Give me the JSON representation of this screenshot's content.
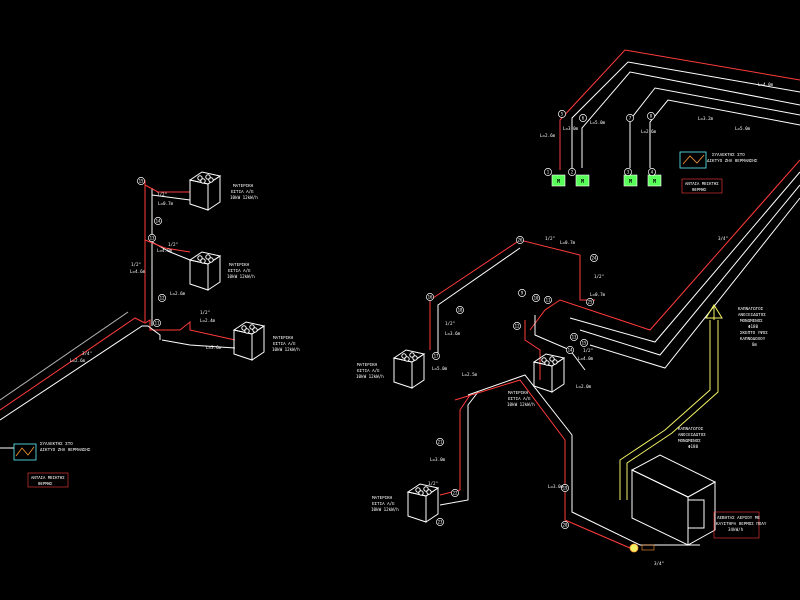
{
  "colors": {
    "background": "#000000",
    "pipe_red": "#ff3b3b",
    "pipe_white": "#ffffff",
    "pipe_yellow": "#f2f266",
    "text_cyan": "#5ff5ff",
    "green": "#58ff58",
    "magenta": "#ff4dff",
    "orange": "#ff9933"
  },
  "drawing": {
    "right_cluster": {
      "tank_left": [
        "ΜΑΤΕΡΙΚΗ",
        "ΕΣΤΙΑ Α/Ε",
        "10kW 12kW/h"
      ],
      "tank_mid": [
        "ΜΑΤΕΡΙΚΗ",
        "ΕΣΤΙΑ Α/Ε",
        "10kW 12kW/h"
      ],
      "tank_bottom": [
        "ΜΑΤΕΡΙΚΗ",
        "ΕΣΤΙΑ Α/Ε",
        "10kW 12kW/h"
      ],
      "system_label": [
        "ΣΥΛΛΕΚΤΗΣ ΣΤΟ",
        "ΔΙΚΤΥΟ ΖΗΛ ΘΕΡΜΑΝΣΗΣ"
      ],
      "control_label": [
        "ΑΝΤΛΙΑ ΜΕΙΚΤΗΣ",
        "ΘΕΡΜΗΣ"
      ],
      "riser_label": [
        "ΚΑΠΝΑΓΩΓΟΣ",
        "ΑΝΟΞΕΙΔΩΤΟΣ",
        "ΜΟΝΩΜΕΝΟΣ",
        "Φ180",
        "ΣΚΕΠΤΟ ΥΨΟΣ",
        "ΚΑΠΝΟΔΟΧΟΥ",
        "8m"
      ],
      "flue_label": [
        "ΚΑΠΝΑΓΩΓΟΣ",
        "ΑΝΟΞΕΙΔΩΤΟΣ",
        "ΜΟΝΩΜΕΝΟΣ",
        "Φ180"
      ],
      "boiler_label": [
        "ΛΕΒΗΤΑΣ ΑΕΡΙΟΥ ΜΕ",
        "ΚΑΥΣΤΗΡΑ ΘΕΡΜΟΣ ΠΟΛΥ",
        "34kW/h"
      ],
      "m_labels": [
        "M",
        "M",
        "M",
        "M"
      ],
      "pipe_sizes": [
        "1/2\"",
        "1/2\"",
        "1/2\"",
        "3/4\"",
        "1/2\"",
        "1/2\"",
        "3/4\""
      ],
      "lengths": [
        "L=4.0m",
        "L=3.2m",
        "L=5.0m",
        "L=5.0m",
        "L=3.0m",
        "L=2.6m",
        "L=2.6m",
        "L=0.7m",
        "L=0.7m",
        "L=3.6m",
        "L=5.0m",
        "L=2.5m",
        "L=2.0m",
        "L=3.0m",
        "L=3.0m",
        "L=4.0m"
      ],
      "node_numbers": [
        "1",
        "2",
        "3",
        "4",
        "5",
        "6",
        "7",
        "8",
        "9",
        "10",
        "11",
        "12",
        "13",
        "14",
        "15",
        "16",
        "17",
        "18",
        "19",
        "20",
        "21",
        "22",
        "23",
        "24",
        "25",
        "26"
      ]
    },
    "left_cluster": {
      "tank_top": [
        "ΜΑΤΕΡΙΚΗ",
        "ΕΣΤΙΑ Α/Ε",
        "10kW 12kW/h"
      ],
      "tank_mid": [
        "ΜΑΤΕΡΙΚΗ",
        "ΕΣΤΙΑ Α/Ε",
        "10kW 12kW/h"
      ],
      "tank_low": [
        "ΜΑΤΕΡΙΚΗ",
        "ΕΣΤΙΑ Α/Ε",
        "10kW 12kW/h"
      ],
      "system_label": [
        "ΣΥΛΛΕΚΤΗΣ ΣΤΟ",
        "ΔΙΚΤΥΟ ΖΗΛ ΘΕΡΜΑΝΣΗΣ"
      ],
      "control_label": [
        "ΑΝΤΛΙΑ ΜΕΙΚΤΗΣ",
        "ΘΕΡΜΗΣ"
      ],
      "pipe_sizes": [
        "1/2\"",
        "1/2\"",
        "1/2\"",
        "1/2\"",
        "3/4\""
      ],
      "lengths": [
        "L=0.7m",
        "L=4.0m",
        "L=4.6m",
        "L=2.4m",
        "L=3.6m",
        "L=2.6m",
        "L=2.6m"
      ],
      "node_numbers": [
        "15",
        "14",
        "13",
        "12",
        "11"
      ]
    }
  }
}
